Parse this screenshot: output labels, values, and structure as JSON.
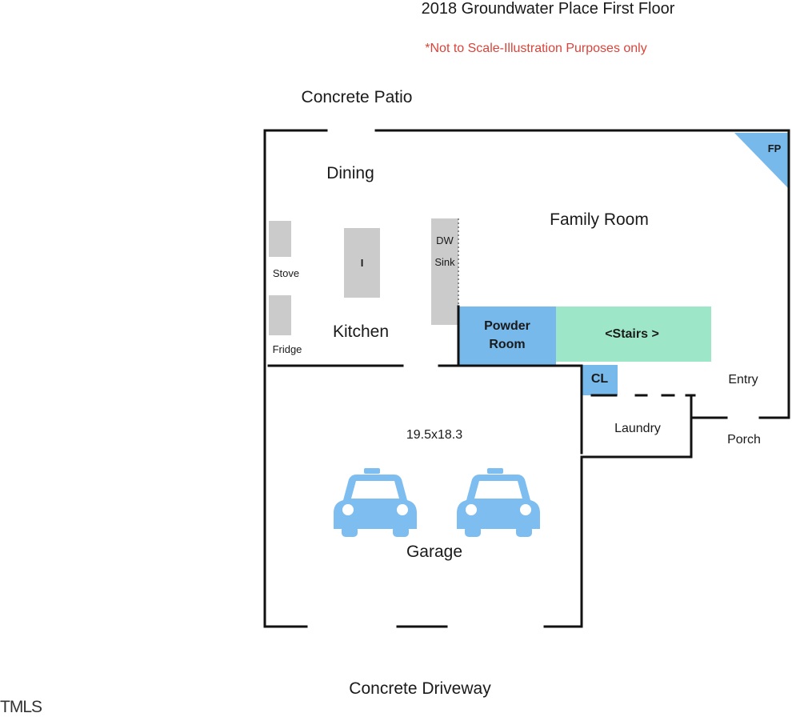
{
  "header": {
    "title": "2018 Groundwater Place First Floor",
    "note": "*Not to Scale-Illustration Purposes only"
  },
  "outside": {
    "patio": "Concrete Patio",
    "driveway": "Concrete Driveway",
    "porch": "Porch",
    "watermark": "TMLS"
  },
  "rooms": {
    "dining": "Dining",
    "family": "Family Room",
    "kitchen": "Kitchen",
    "powder_line1": "Powder",
    "powder_line2": "Room",
    "stairs": "<Stairs >",
    "closet": "CL",
    "entry": "Entry",
    "laundry": "Laundry",
    "garage": "Garage",
    "garage_size": "19.5x18.3",
    "fireplace": "FP"
  },
  "fixtures": {
    "stove": "Stove",
    "fridge": "Fridge",
    "island": "I",
    "dishwasher": "DW",
    "sink": "Sink"
  },
  "colors": {
    "wall": "#111111",
    "fixture": "#cbcbcb",
    "blue_room": "#78b9ec",
    "stairs": "#9ee6c8",
    "car": "#7ebdf0",
    "note_red": "#d9443a"
  },
  "icons": {
    "car": "car-icon"
  }
}
